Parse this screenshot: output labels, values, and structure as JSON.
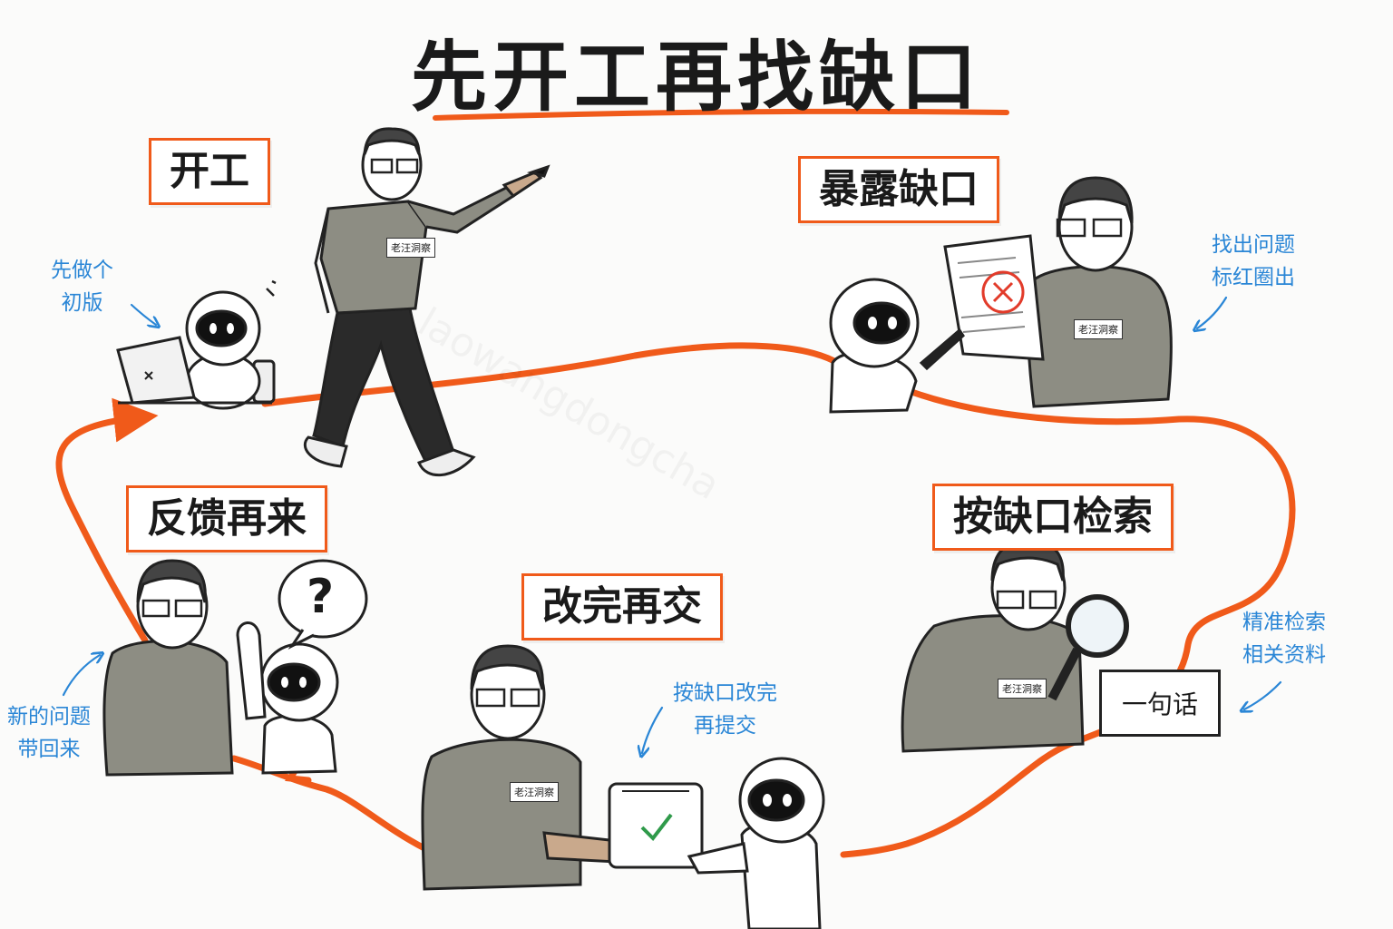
{
  "title": "先开工再找缺口",
  "steps": [
    {
      "label": "开工"
    },
    {
      "label": "暴露缺口"
    },
    {
      "label": "按缺口检索"
    },
    {
      "label": "改完再交"
    },
    {
      "label": "反馈再来"
    }
  ],
  "notes": {
    "start": [
      "先做个",
      "初版"
    ],
    "expose": [
      "找出问题",
      "标红圈出"
    ],
    "search": [
      "精准检索",
      "相关资料"
    ],
    "submit": [
      "按缺口改完",
      "再提交"
    ],
    "feedback": [
      "新的问题",
      "带回来"
    ]
  },
  "search_bubble": "一句话",
  "question_mark": "?",
  "shirt_badge": "老汪洞察",
  "watermark": "laowangdongcha",
  "colors": {
    "accent": "#f05a1a",
    "note_blue": "#2a86d6",
    "shirt": "#8d8d83",
    "ink": "#1a1a1a"
  },
  "icons": [
    "laptop-icon",
    "robot-icon",
    "marker-icon",
    "document-icon",
    "red-x-icon",
    "pen-icon",
    "magnifier-icon",
    "folder-check-icon",
    "question-bubble-icon",
    "arrow-icon"
  ]
}
